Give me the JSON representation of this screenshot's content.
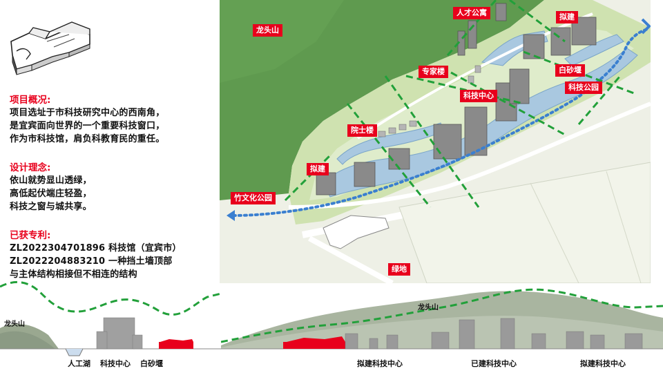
{
  "left_panel": {
    "overview": {
      "title": "项目概况:",
      "lines": [
        "项目选址于市科技研究中心的西南角，",
        "是宜宾面向世界的一个重要科技窗口，",
        "作为市科技馆，肩负科教育民的重任。"
      ]
    },
    "concept": {
      "title": "设计理念:",
      "lines": [
        "依山就势显山透绿，",
        "高低起伏端庄轻盈，",
        "科技之窗与城共享。"
      ]
    },
    "patents": {
      "title": "已获专利:",
      "lines": [
        "ZL2022304701896 科技馆（宜宾市）",
        "ZL2022204883210 一种挡土墙顶部",
        "与主体结构相接但不相连的结构"
      ]
    }
  },
  "map": {
    "labels": {
      "longtoushan": "龙头山",
      "rencai": "人才公寓",
      "nijian_top": "拟建",
      "zhuanjia": "专家楼",
      "baishayan": "白砂堰",
      "keji_center": "科技中心",
      "keji_park": "科技公园",
      "yuanshi": "院士楼",
      "nijian_left": "拟建",
      "zhuwenhua": "竹文化公园",
      "lvdi": "绿地"
    },
    "colors": {
      "label_red": "#e8001c",
      "water": "#a9c8e0",
      "mountain": "#5f9a4f",
      "green_axis": "#22a03a",
      "flow": "#3a7fd0"
    }
  },
  "section_left": {
    "mountain": "龙头山",
    "labels": [
      "人工湖",
      "科技中心",
      "白砂堰"
    ]
  },
  "section_right": {
    "mountain": "龙头山",
    "labels": [
      "拟建科技中心",
      "已建科技中心",
      "拟建科技中心"
    ]
  }
}
